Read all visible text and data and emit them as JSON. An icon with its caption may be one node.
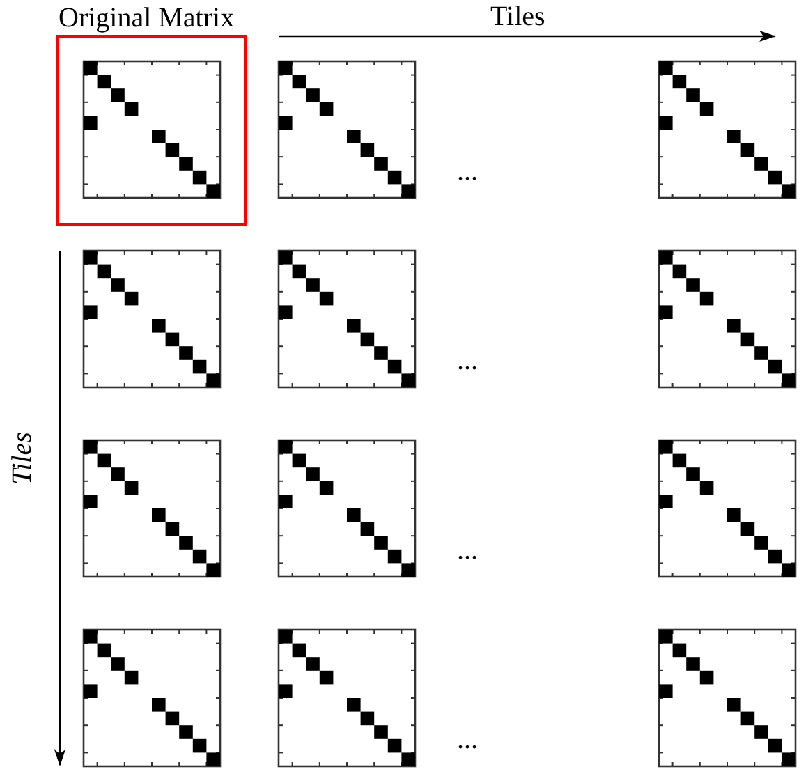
{
  "diagram": {
    "nodes": [
      {
        "text": [
          "Original Matrix"
        ]
      }
    ],
    "labels": [
      "Tiles",
      "...",
      "...",
      "...",
      "...",
      "Tiles"
    ]
  }
}
